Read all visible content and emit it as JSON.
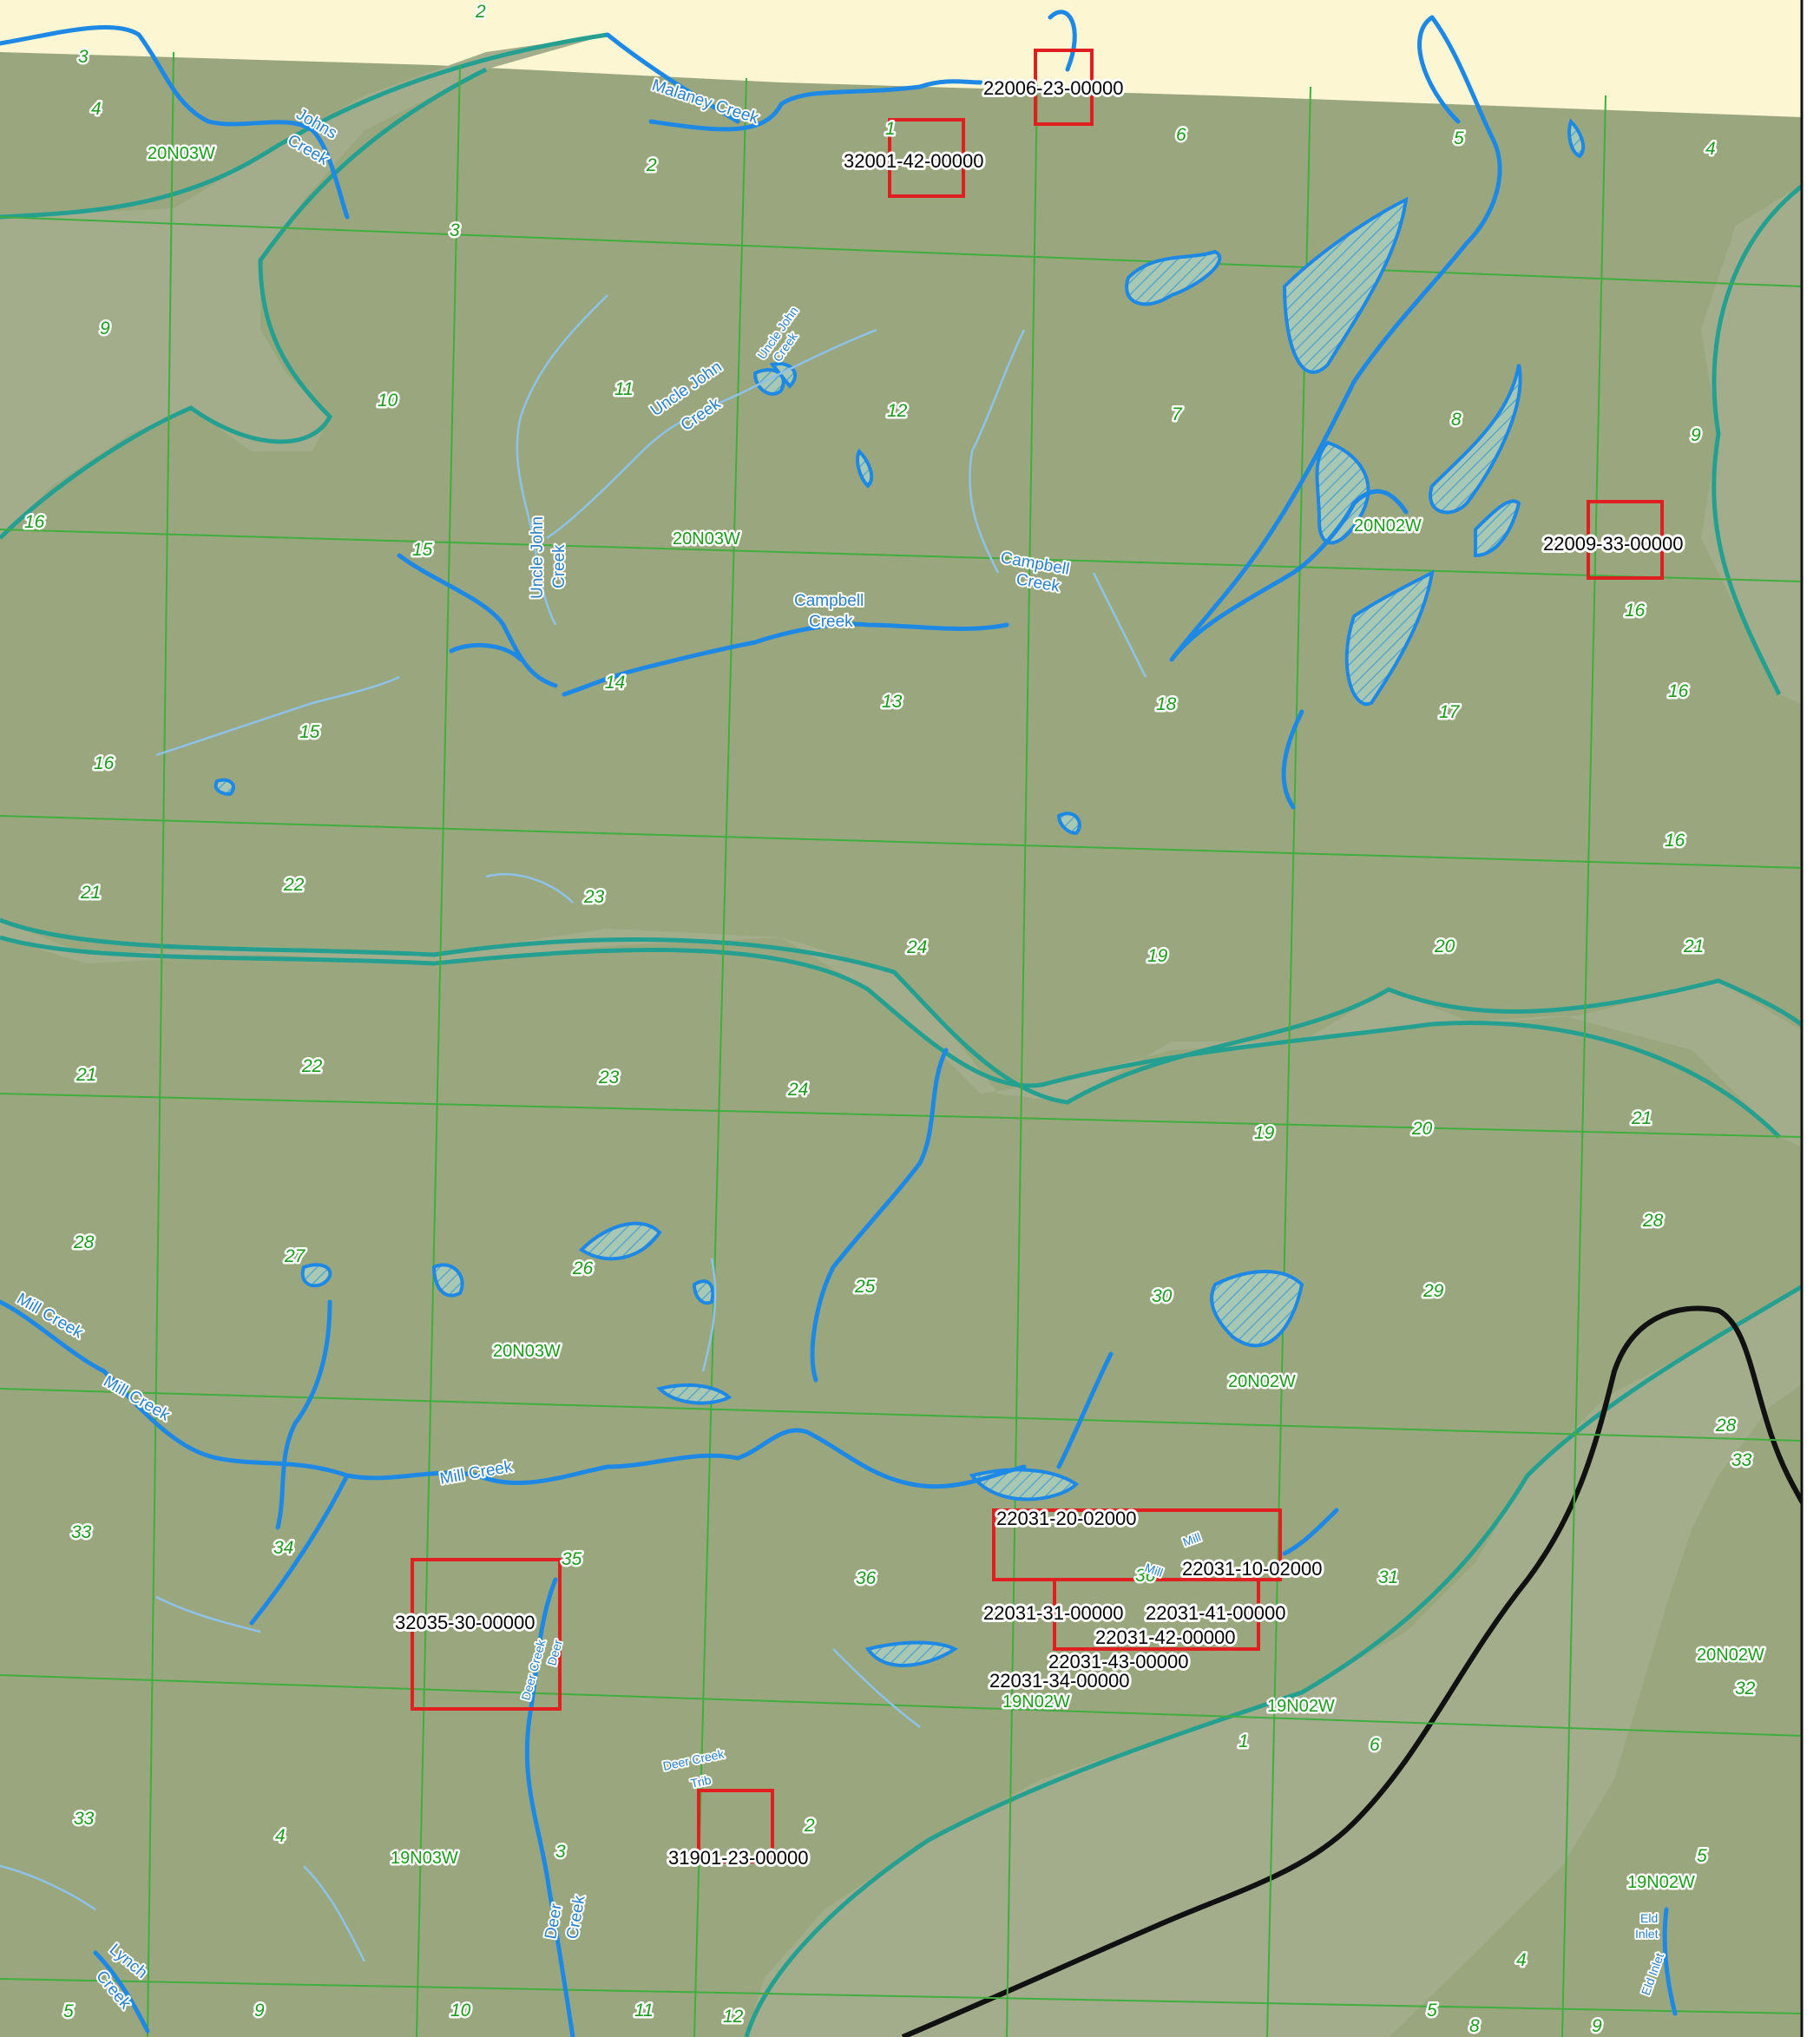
{
  "colors": {
    "land": "#9aa77e",
    "water": "#a3ad8c",
    "outside": "#fdf6d2",
    "grid": "#3fae3f",
    "stream": "#1e88e5",
    "parcel_outline": "#e02020",
    "boundary": "#111111"
  },
  "townships": [
    {
      "id": "t1",
      "label": "20N03W"
    },
    {
      "id": "t2",
      "label": "20N03W"
    },
    {
      "id": "t3",
      "label": "20N02W"
    },
    {
      "id": "t4",
      "label": "20N03W"
    },
    {
      "id": "t5",
      "label": "20N02W"
    },
    {
      "id": "t6",
      "label": "20N02W"
    },
    {
      "id": "t7",
      "label": "19N02W"
    },
    {
      "id": "t8",
      "label": "19N02W"
    },
    {
      "id": "t9",
      "label": "19N03W"
    },
    {
      "id": "t10",
      "label": "19N02W"
    }
  ],
  "sections": [
    "2",
    "3",
    "4",
    "3",
    "2",
    "1",
    "6",
    "5",
    "4",
    "9",
    "10",
    "11",
    "12",
    "7",
    "8",
    "9",
    "16",
    "15",
    "14",
    "13",
    "18",
    "17",
    "16",
    "16",
    "15",
    "16",
    "16",
    "21",
    "22",
    "23",
    "24",
    "19",
    "20",
    "21",
    "21",
    "22",
    "23",
    "24",
    "19",
    "20",
    "21",
    "28",
    "27",
    "26",
    "25",
    "30",
    "29",
    "28",
    "28",
    "33",
    "33",
    "34",
    "35",
    "36",
    "36",
    "31",
    "32",
    "33",
    "4",
    "3",
    "2",
    "1",
    "6",
    "5",
    "4",
    "5",
    "9",
    "10",
    "11",
    "12",
    "5",
    "8",
    "9"
  ],
  "creeks": [
    {
      "id": "c1",
      "label": "Johns"
    },
    {
      "id": "c2",
      "label": "Creek"
    },
    {
      "id": "c3",
      "label": "Malaney Creek"
    },
    {
      "id": "c4",
      "label": "Uncle John"
    },
    {
      "id": "c5",
      "label": "Creek"
    },
    {
      "id": "c6",
      "label": "Uncle John"
    },
    {
      "id": "c7",
      "label": "Creek"
    },
    {
      "id": "c8",
      "label": "Uncle John"
    },
    {
      "id": "c9",
      "label": "Creek"
    },
    {
      "id": "c10",
      "label": "Campbell"
    },
    {
      "id": "c11",
      "label": "Creek"
    },
    {
      "id": "c12",
      "label": "Campbell"
    },
    {
      "id": "c13",
      "label": "Creek"
    },
    {
      "id": "c14",
      "label": "Mill Creek"
    },
    {
      "id": "c15",
      "label": "Mill Creek"
    },
    {
      "id": "c16",
      "label": "Mill Creek"
    },
    {
      "id": "c17",
      "label": "Mill"
    },
    {
      "id": "c18",
      "label": "Mill"
    },
    {
      "id": "c19",
      "label": "Deer Creek"
    },
    {
      "id": "c20",
      "label": "Deer"
    },
    {
      "id": "c21",
      "label": "Deer Creek"
    },
    {
      "id": "c22",
      "label": "Trib"
    },
    {
      "id": "c23",
      "label": "Deer"
    },
    {
      "id": "c24",
      "label": "Creek"
    },
    {
      "id": "c25",
      "label": "Lynch"
    },
    {
      "id": "c26",
      "label": "Creek"
    },
    {
      "id": "c27",
      "label": "Eld"
    },
    {
      "id": "c28",
      "label": "Inlet"
    },
    {
      "id": "c29",
      "label": "Eld Inlet"
    }
  ],
  "parcels": [
    "22006-23-00000",
    "32001-42-00000",
    "22009-33-00000",
    "22031-20-02000",
    "22031-10-02000",
    "22031-31-00000",
    "22031-41-00000",
    "22031-42-00000",
    "22031-43-00000",
    "22031-34-00000",
    "32035-30-00000",
    "31901-23-00000"
  ]
}
